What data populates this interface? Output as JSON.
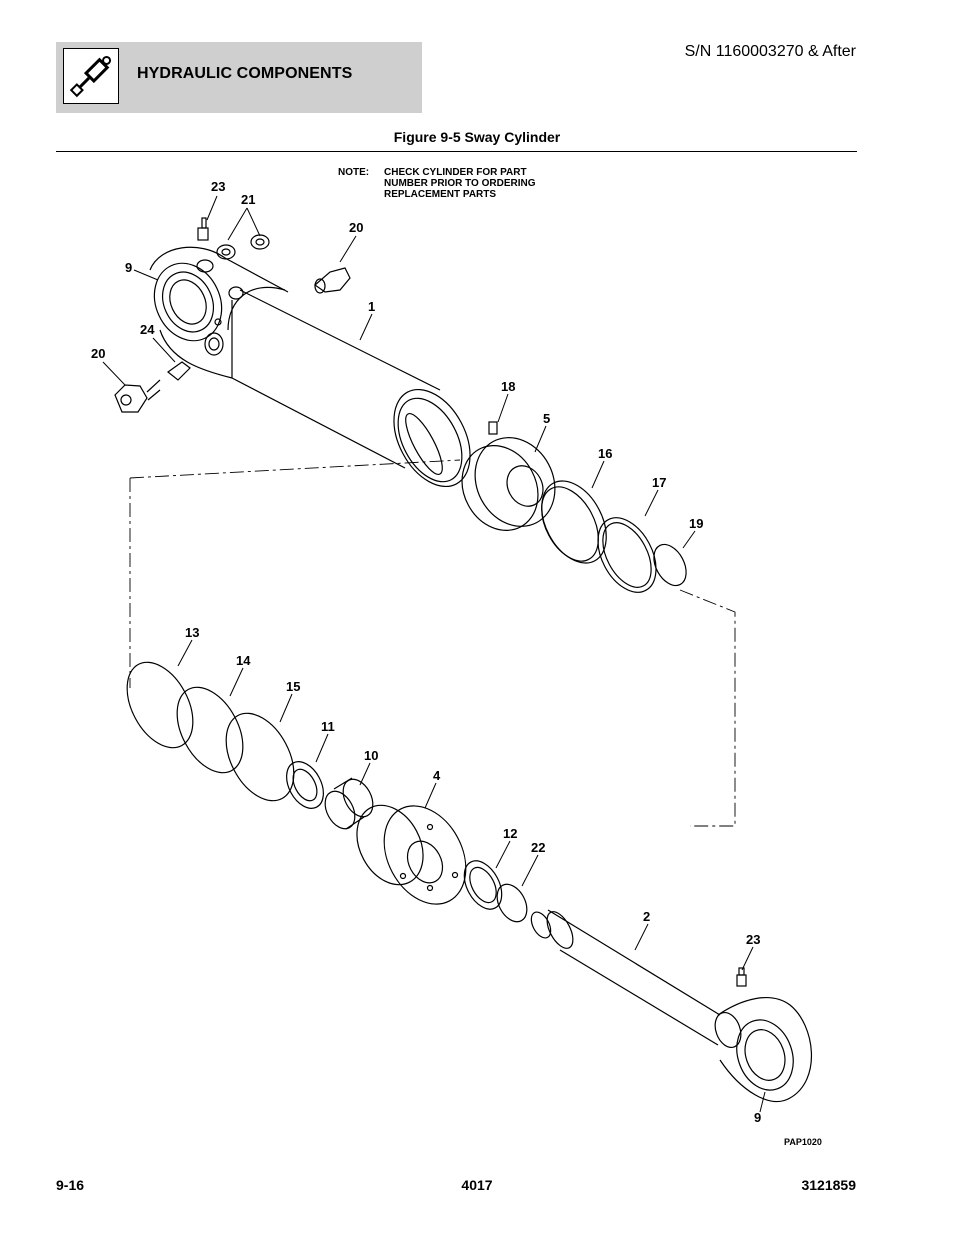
{
  "header": {
    "section_title": "HYDRAULIC COMPONENTS",
    "serial": "S/N 1160003270 & After",
    "icon": "hydraulic-cylinder-icon"
  },
  "figure": {
    "title": "Figure 9-5 Sway Cylinder",
    "note_label": "NOTE:",
    "note_lines": [
      "CHECK CYLINDER FOR PART",
      "NUMBER PRIOR TO ORDERING",
      "REPLACEMENT PARTS"
    ],
    "drawing_id": "PAP1020",
    "callouts": [
      "23",
      "21",
      "20",
      "9",
      "1",
      "24",
      "20",
      "18",
      "5",
      "16",
      "17",
      "19",
      "13",
      "14",
      "15",
      "11",
      "10",
      "4",
      "12",
      "22",
      "2",
      "23",
      "9"
    ]
  },
  "footer": {
    "page": "9-16",
    "model": "4017",
    "manual": "3121859"
  }
}
